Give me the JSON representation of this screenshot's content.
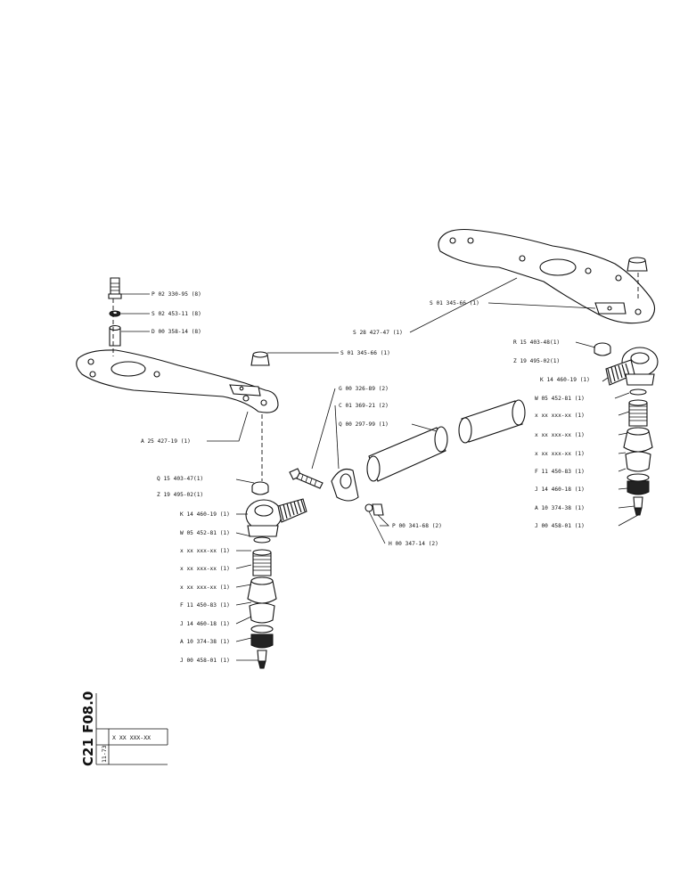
{
  "left_assembly": {
    "labels": [
      "P 02 330-95 (8)",
      "S 02 453-11 (8)",
      "D 00 358-14 (8)",
      "S 01 345-66 (1)",
      "A 25 427-19 (1)",
      "Q 15 403-47(1)",
      "Z 19 495-02(1)",
      "K 14 460-19 (1)",
      "W 05 452-81 (1)",
      "x xx xxx-xx (1)",
      "x xx xxx-xx (1)",
      "x xx xxx-xx (1)",
      "F 11 450-83 (1)",
      "J 14 460-18 (1)",
      "A 10 374-38 (1)",
      "J 00 458-01 (1)"
    ]
  },
  "middle_assembly": {
    "labels": [
      "G 00 326-89 (2)",
      "C 01 369-21 (2)",
      "Q 00 297-99 (1)",
      "P 00 341-68 (2)",
      "H 00 347-14 (2)"
    ]
  },
  "right_assembly": {
    "labels": [
      "S 01 345-66 (1)",
      "S 28 427-47 (1)",
      "R 15 403-48(1)",
      "Z 19 495-02(1)",
      "K 14 460-19 (1)",
      "W 05 452-81 (1)",
      "x xx xxx-xx (1)",
      "x xx xxx-xx (1)",
      "x xx xxx-xx (1)",
      "F 11 450-83 (1)",
      "J 14 460-18 (1)",
      "A 10 374-38 (1)",
      "J 00 458-01 (1)"
    ]
  },
  "title_block": {
    "page_code": "C21 F08.0",
    "date_code": "11-73",
    "part_number": "X XX XXX-XX"
  }
}
